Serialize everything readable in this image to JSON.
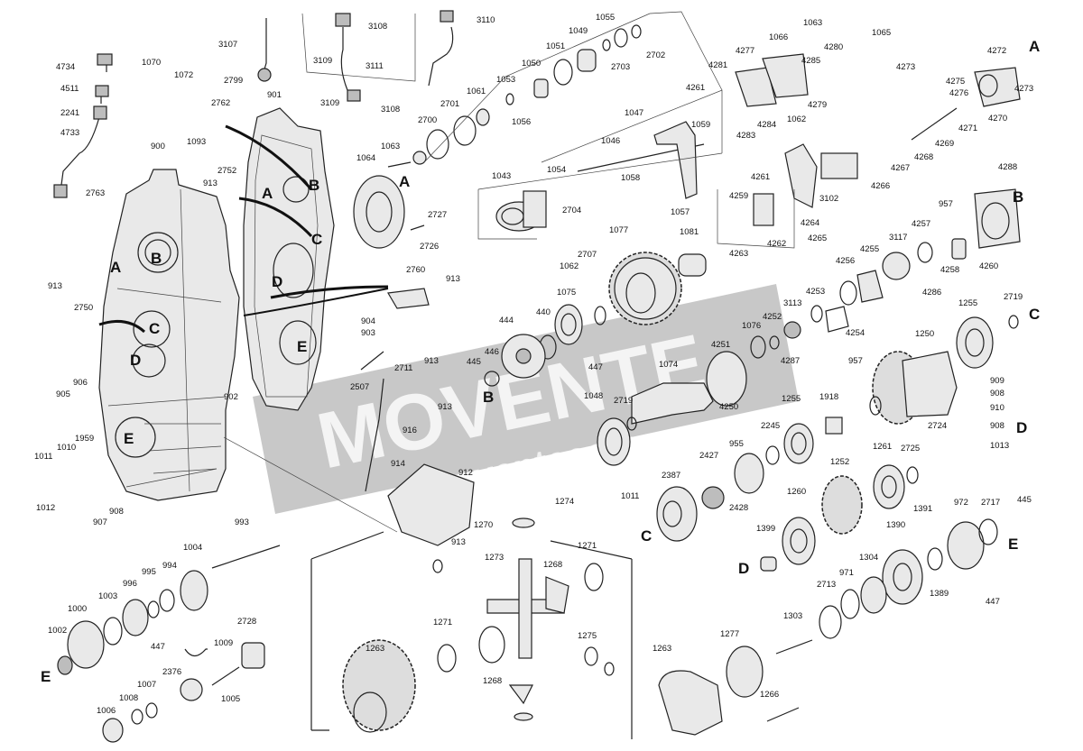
{
  "diagram": {
    "parts": [
      {
        "id": "p3107",
        "label": "3107"
      },
      {
        "id": "p2799",
        "label": "2799"
      },
      {
        "id": "p3108a",
        "label": "3108"
      },
      {
        "id": "p3109a",
        "label": "3109"
      },
      {
        "id": "p3111",
        "label": "3111"
      },
      {
        "id": "p3109b",
        "label": "3109"
      },
      {
        "id": "p3108b",
        "label": "3108"
      },
      {
        "id": "p3110",
        "label": "3110"
      },
      {
        "id": "p4734",
        "label": "4734"
      },
      {
        "id": "p4511",
        "label": "4511"
      },
      {
        "id": "p2241",
        "label": "2241"
      },
      {
        "id": "p4733",
        "label": "4733"
      },
      {
        "id": "p2763",
        "label": "2763"
      },
      {
        "id": "p1070",
        "label": "1070"
      },
      {
        "id": "p1072",
        "label": "1072"
      },
      {
        "id": "p900",
        "label": "900"
      },
      {
        "id": "p1093",
        "label": "1093"
      },
      {
        "id": "p2762",
        "label": "2762"
      },
      {
        "id": "p901",
        "label": "901"
      },
      {
        "id": "p2752",
        "label": "2752"
      },
      {
        "id": "p913a",
        "label": "913"
      },
      {
        "id": "p913b",
        "label": "913"
      },
      {
        "id": "p2750",
        "label": "2750"
      },
      {
        "id": "p1063a",
        "label": "1063"
      },
      {
        "id": "p1064",
        "label": "1064"
      },
      {
        "id": "p2700",
        "label": "2700"
      },
      {
        "id": "p2701",
        "label": "2701"
      },
      {
        "id": "p1061",
        "label": "1061"
      },
      {
        "id": "p1053",
        "label": "1053"
      },
      {
        "id": "p1056",
        "label": "1056"
      },
      {
        "id": "p1050",
        "label": "1050"
      },
      {
        "id": "p1051",
        "label": "1051"
      },
      {
        "id": "p1049",
        "label": "1049"
      },
      {
        "id": "p1055",
        "label": "1055"
      },
      {
        "id": "p2703",
        "label": "2703"
      },
      {
        "id": "p2702",
        "label": "2702"
      },
      {
        "id": "p2727",
        "label": "2727"
      },
      {
        "id": "p2726",
        "label": "2726"
      },
      {
        "id": "p2760",
        "label": "2760"
      },
      {
        "id": "p913c",
        "label": "913"
      },
      {
        "id": "p904",
        "label": "904"
      },
      {
        "id": "p903",
        "label": "903"
      },
      {
        "id": "p902",
        "label": "902"
      },
      {
        "id": "p2507",
        "label": "2507"
      },
      {
        "id": "p2711",
        "label": "2711"
      },
      {
        "id": "p913d",
        "label": "913"
      },
      {
        "id": "p913e",
        "label": "913"
      },
      {
        "id": "p916",
        "label": "916"
      },
      {
        "id": "p914",
        "label": "914"
      },
      {
        "id": "p912",
        "label": "912"
      },
      {
        "id": "p913f",
        "label": "913"
      },
      {
        "id": "p905",
        "label": "905"
      },
      {
        "id": "p906",
        "label": "906"
      },
      {
        "id": "p1011a",
        "label": "1011"
      },
      {
        "id": "p1010",
        "label": "1010"
      },
      {
        "id": "p1959",
        "label": "1959"
      },
      {
        "id": "p1012",
        "label": "1012"
      },
      {
        "id": "p907",
        "label": "907"
      },
      {
        "id": "p908a",
        "label": "908"
      },
      {
        "id": "p1043",
        "label": "1043"
      },
      {
        "id": "p1054",
        "label": "1054"
      },
      {
        "id": "p2704",
        "label": "2704"
      },
      {
        "id": "p1046",
        "label": "1046"
      },
      {
        "id": "p1047",
        "label": "1047"
      },
      {
        "id": "p1059",
        "label": "1059"
      },
      {
        "id": "p1058",
        "label": "1058"
      },
      {
        "id": "p1057",
        "label": "1057"
      },
      {
        "id": "p2707",
        "label": "2707"
      },
      {
        "id": "p1062a",
        "label": "1062"
      },
      {
        "id": "p1077",
        "label": "1077"
      },
      {
        "id": "p1081",
        "label": "1081"
      },
      {
        "id": "p1075",
        "label": "1075"
      },
      {
        "id": "p440",
        "label": "440"
      },
      {
        "id": "p444",
        "label": "444"
      },
      {
        "id": "p446",
        "label": "446"
      },
      {
        "id": "p445a",
        "label": "445"
      },
      {
        "id": "p447a",
        "label": "447"
      },
      {
        "id": "p1074",
        "label": "1074"
      },
      {
        "id": "p1048",
        "label": "1048"
      },
      {
        "id": "p2719a",
        "label": "2719"
      },
      {
        "id": "p4250",
        "label": "4250"
      },
      {
        "id": "p4251",
        "label": "4251"
      },
      {
        "id": "p1076",
        "label": "1076"
      },
      {
        "id": "p4252",
        "label": "4252"
      },
      {
        "id": "p4287",
        "label": "4287"
      },
      {
        "id": "p3113",
        "label": "3113"
      },
      {
        "id": "p4253",
        "label": "4253"
      },
      {
        "id": "p4254",
        "label": "4254"
      },
      {
        "id": "p4255",
        "label": "4255"
      },
      {
        "id": "p4256",
        "label": "4256"
      },
      {
        "id": "p3117",
        "label": "3117"
      },
      {
        "id": "p4257",
        "label": "4257"
      },
      {
        "id": "p4258",
        "label": "4258"
      },
      {
        "id": "p4260",
        "label": "4260"
      },
      {
        "id": "p4286",
        "label": "4286"
      },
      {
        "id": "p957a",
        "label": "957"
      },
      {
        "id": "p4288",
        "label": "4288"
      },
      {
        "id": "p4261a",
        "label": "4261"
      },
      {
        "id": "p4259",
        "label": "4259"
      },
      {
        "id": "p4264",
        "label": "4264"
      },
      {
        "id": "p4265",
        "label": "4265"
      },
      {
        "id": "p4262",
        "label": "4262"
      },
      {
        "id": "p4263",
        "label": "4263"
      },
      {
        "id": "p3102",
        "label": "3102"
      },
      {
        "id": "p4266",
        "label": "4266"
      },
      {
        "id": "p4267",
        "label": "4267"
      },
      {
        "id": "p4268",
        "label": "4268"
      },
      {
        "id": "p4269",
        "label": "4269"
      },
      {
        "id": "p4271",
        "label": "4271"
      },
      {
        "id": "p4270",
        "label": "4270"
      },
      {
        "id": "p4273a",
        "label": "4273"
      },
      {
        "id": "p4275",
        "label": "4275"
      },
      {
        "id": "p4276",
        "label": "4276"
      },
      {
        "id": "p4273b",
        "label": "4273"
      },
      {
        "id": "p4272",
        "label": "4272"
      },
      {
        "id": "p1063b",
        "label": "1063"
      },
      {
        "id": "p1065",
        "label": "1065"
      },
      {
        "id": "p1066",
        "label": "1066"
      },
      {
        "id": "p4277",
        "label": "4277"
      },
      {
        "id": "p4280",
        "label": "4280"
      },
      {
        "id": "p4285",
        "label": "4285"
      },
      {
        "id": "p4281",
        "label": "4281"
      },
      {
        "id": "p4261b",
        "label": "4261"
      },
      {
        "id": "p4279",
        "label": "4279"
      },
      {
        "id": "p4284",
        "label": "4284"
      },
      {
        "id": "p1062b",
        "label": "1062"
      },
      {
        "id": "p4283",
        "label": "4283"
      },
      {
        "id": "p1255a",
        "label": "1255"
      },
      {
        "id": "p2719b",
        "label": "2719"
      },
      {
        "id": "p1250",
        "label": "1250"
      },
      {
        "id": "p957b",
        "label": "957"
      },
      {
        "id": "p909",
        "label": "909"
      },
      {
        "id": "p908b",
        "label": "908"
      },
      {
        "id": "p910",
        "label": "910"
      },
      {
        "id": "p908c",
        "label": "908"
      },
      {
        "id": "p1013",
        "label": "1013"
      },
      {
        "id": "p1918",
        "label": "1918"
      },
      {
        "id": "p1255b",
        "label": "1255"
      },
      {
        "id": "p2245",
        "label": "2245"
      },
      {
        "id": "p2724",
        "label": "2724"
      },
      {
        "id": "p955",
        "label": "955"
      },
      {
        "id": "p2427",
        "label": "2427"
      },
      {
        "id": "p2428",
        "label": "2428"
      },
      {
        "id": "p2387",
        "label": "2387"
      },
      {
        "id": "p1011b",
        "label": "1011"
      },
      {
        "id": "p1261",
        "label": "1261"
      },
      {
        "id": "p2725",
        "label": "2725"
      },
      {
        "id": "p1252",
        "label": "1252"
      },
      {
        "id": "p1260",
        "label": "1260"
      },
      {
        "id": "p1399",
        "label": "1399"
      },
      {
        "id": "p1391",
        "label": "1391"
      },
      {
        "id": "p972",
        "label": "972"
      },
      {
        "id": "p2717",
        "label": "2717"
      },
      {
        "id": "p445b",
        "label": "445"
      },
      {
        "id": "p1390",
        "label": "1390"
      },
      {
        "id": "p1304",
        "label": "1304"
      },
      {
        "id": "p971",
        "label": "971"
      },
      {
        "id": "p2713",
        "label": "2713"
      },
      {
        "id": "p1389",
        "label": "1389"
      },
      {
        "id": "p447b",
        "label": "447"
      },
      {
        "id": "p1303",
        "label": "1303"
      },
      {
        "id": "p1277",
        "label": "1277"
      },
      {
        "id": "p1263b",
        "label": "1263"
      },
      {
        "id": "p1266",
        "label": "1266"
      },
      {
        "id": "p1274",
        "label": "1274"
      },
      {
        "id": "p1270",
        "label": "1270"
      },
      {
        "id": "p1273",
        "label": "1273"
      },
      {
        "id": "p1268a",
        "label": "1268"
      },
      {
        "id": "p1271a",
        "label": "1271"
      },
      {
        "id": "p1275",
        "label": "1275"
      },
      {
        "id": "p1271b",
        "label": "1271"
      },
      {
        "id": "p1268b",
        "label": "1268"
      },
      {
        "id": "p1263a",
        "label": "1263"
      },
      {
        "id": "p993",
        "label": "993"
      },
      {
        "id": "p1004",
        "label": "1004"
      },
      {
        "id": "p994",
        "label": "994"
      },
      {
        "id": "p995",
        "label": "995"
      },
      {
        "id": "p996",
        "label": "996"
      },
      {
        "id": "p1003",
        "label": "1003"
      },
      {
        "id": "p1000",
        "label": "1000"
      },
      {
        "id": "p1002",
        "label": "1002"
      },
      {
        "id": "p447c",
        "label": "447"
      },
      {
        "id": "p2728",
        "label": "2728"
      },
      {
        "id": "p1009",
        "label": "1009"
      },
      {
        "id": "p2376",
        "label": "2376"
      },
      {
        "id": "p1005",
        "label": "1005"
      },
      {
        "id": "p1007",
        "label": "1007"
      },
      {
        "id": "p1008",
        "label": "1008"
      },
      {
        "id": "p1006",
        "label": "1006"
      }
    ],
    "refs": [
      {
        "id": "rA1",
        "label": "A"
      },
      {
        "id": "rA2",
        "label": "A"
      },
      {
        "id": "rA3",
        "label": "A"
      },
      {
        "id": "rA4",
        "label": "A"
      },
      {
        "id": "rB1",
        "label": "B"
      },
      {
        "id": "rB2",
        "label": "B"
      },
      {
        "id": "rB3",
        "label": "B"
      },
      {
        "id": "rB4",
        "label": "B"
      },
      {
        "id": "rC1",
        "label": "C"
      },
      {
        "id": "rC2",
        "label": "C"
      },
      {
        "id": "rC3",
        "label": "C"
      },
      {
        "id": "rC4",
        "label": "C"
      },
      {
        "id": "rD1",
        "label": "D"
      },
      {
        "id": "rD2",
        "label": "D"
      },
      {
        "id": "rD3",
        "label": "D"
      },
      {
        "id": "rD4",
        "label": "D"
      },
      {
        "id": "rE1",
        "label": "E"
      },
      {
        "id": "rE2",
        "label": "E"
      },
      {
        "id": "rE3",
        "label": "E"
      },
      {
        "id": "rE4",
        "label": "E"
      }
    ]
  },
  "watermark": {
    "brand": "MOVENTE",
    "sub": "moventecom"
  },
  "colors": {
    "ink": "#222222",
    "watermark": "#8e8e8e"
  }
}
